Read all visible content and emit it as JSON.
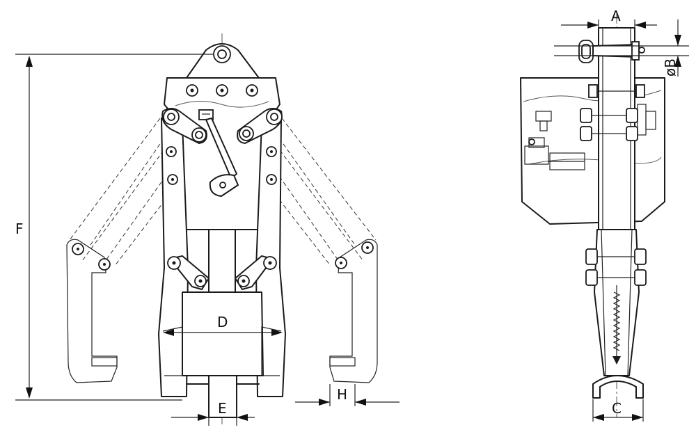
{
  "labels": {
    "A": "A",
    "B": "øB",
    "C": "C",
    "D": "D",
    "E": "E",
    "F": "F",
    "H": "H"
  }
}
